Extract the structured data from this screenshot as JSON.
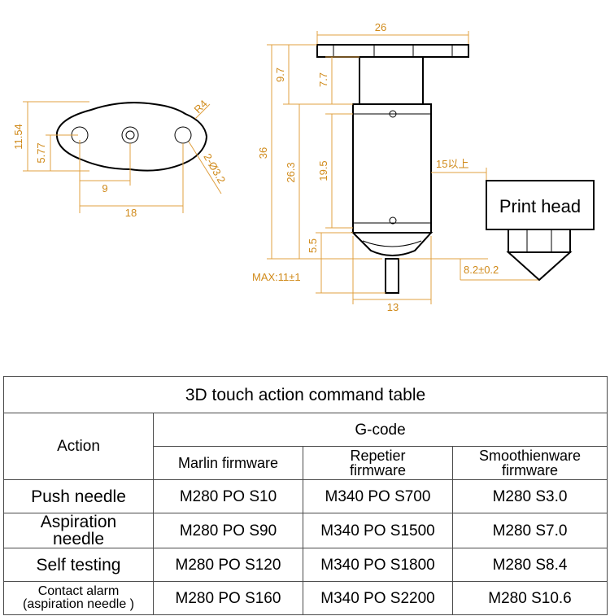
{
  "diagram": {
    "dims": {
      "plate_height": "11.54",
      "hole_offset": "5.77",
      "hole_spacing": "9",
      "overall_spacing": "18",
      "radius": "R4",
      "hole_dia": "2-Ø3.2",
      "top_width": "26",
      "total_height": "36",
      "top_section": "9.7",
      "top_inner": "7.7",
      "body_height": "26.3",
      "inner_body": "19.5",
      "bottom_section": "5.5",
      "needle_max": "MAX:11±1",
      "bottom_width": "13",
      "offset_up": "15以上",
      "nozzle_offset": "8.2±0.2"
    },
    "print_head_label": "Print head"
  },
  "table": {
    "title": "3D touch action command table",
    "action_header": "Action",
    "gcode_header": "G-code",
    "firmware": [
      "Marlin firmware",
      {
        "l1": "Repetier",
        "l2": "firmware"
      },
      {
        "l1": "Smoothienware",
        "l2": "firmware"
      }
    ],
    "rows": [
      {
        "action": "Push needle",
        "marlin": "M280 PO S10",
        "repetier": "M340 PO S700",
        "smoothie": "M280 S3.0"
      },
      {
        "action": {
          "l1": "Aspiration",
          "l2": "needle"
        },
        "marlin": "M280 PO S90",
        "repetier": "M340 PO S1500",
        "smoothie": "M280 S7.0"
      },
      {
        "action": "Self testing",
        "marlin": "M280 PO S120",
        "repetier": "M340 PO S1800",
        "smoothie": "M280 S8.4"
      },
      {
        "action": {
          "l1": "Contact alarm",
          "l2": "(aspiration needle )"
        },
        "marlin": "M280 PO S160",
        "repetier": "M340 PO S2200",
        "smoothie": "M280 S10.6"
      }
    ]
  }
}
